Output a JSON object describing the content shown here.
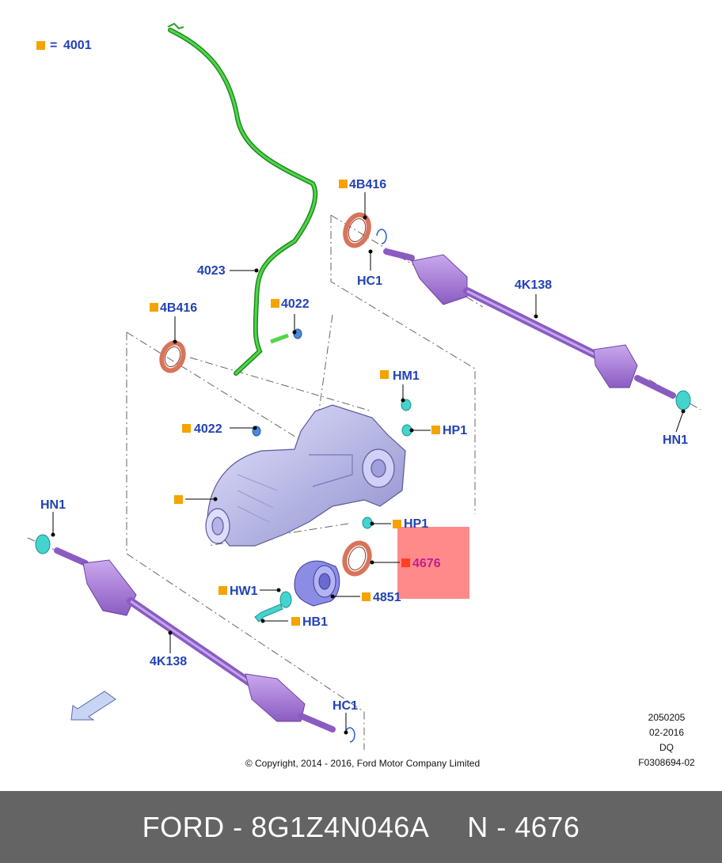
{
  "colors": {
    "label": "#2242b5",
    "marker": "#f5a300",
    "highlight_box": "#ff8a8a",
    "highlight_marker": "#ff4020",
    "highlight_text": "#c0208a",
    "footer_bg": "#646464",
    "hose": "#3cc23a",
    "halfshaft": "#a97fd6",
    "seal": "#d8745a",
    "housing": "#c8c8f0",
    "fastener": "#44d4d0"
  },
  "legend": {
    "marker_label": "=",
    "value": "4001"
  },
  "callouts": {
    "hose": "4023",
    "vent_top": "4022",
    "vent_left": "4022",
    "seal_right": "4B416",
    "seal_left": "4B416",
    "clip_right": "HC1",
    "clip_left": "HC1",
    "shaft_right": "4K138",
    "shaft_left": "4K138",
    "nut_right": "HN1",
    "nut_left": "HN1",
    "hm1": "HM1",
    "hp1_upper": "HP1",
    "hp1_lower": "HP1",
    "hw1": "HW1",
    "hb1": "HB1",
    "flange": "4851",
    "highlight_part": "4676"
  },
  "meta": {
    "line1": "2050205",
    "line2": "02-2016",
    "line3": "DQ",
    "line4": "F0308694-02",
    "copyright": "© Copyright, 2014 - 2016, Ford Motor Company Limited"
  },
  "footer": {
    "part_number": "FORD - 8G1Z4N046A",
    "part_name": "N - 4676"
  }
}
